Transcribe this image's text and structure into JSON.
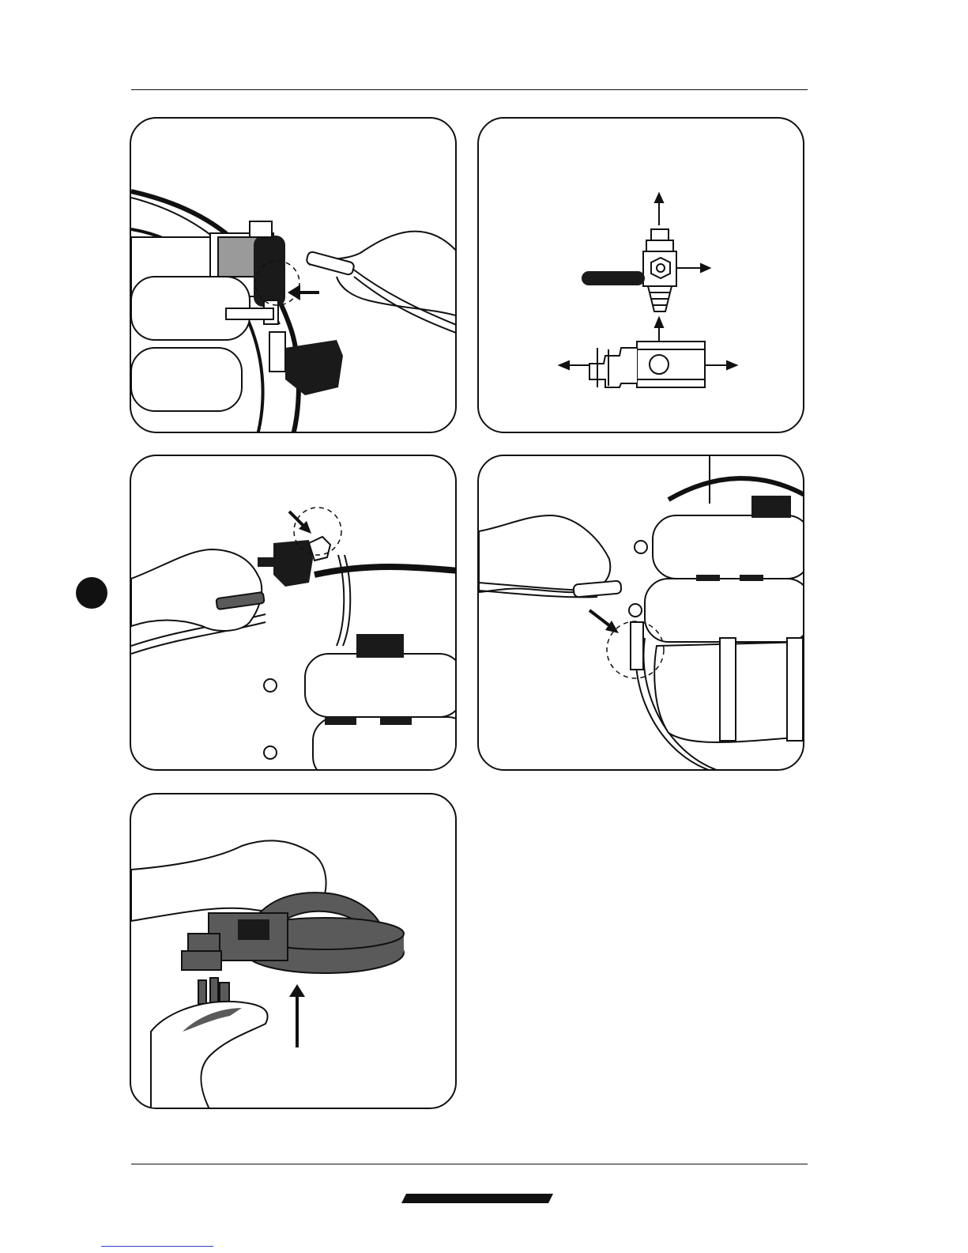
{
  "page": {
    "background": "#ffffff",
    "line_color": "#111111",
    "accent_dark": "#1a1a1a",
    "tint_gray": "#5a5a5a",
    "link_color": "#2a40d8"
  },
  "panels": [
    {
      "id": "p1",
      "icon": "filter-tubing-connect-illustration"
    },
    {
      "id": "p2",
      "icon": "feed-valve-diagram-illustration"
    },
    {
      "id": "p3",
      "icon": "valve-tube-insert-illustration"
    },
    {
      "id": "p4",
      "icon": "filter-housing-tube-insert-illustration"
    },
    {
      "id": "p5",
      "icon": "tank-valve-attach-illustration"
    }
  ],
  "footer": {
    "logo": "brand-logo-bar"
  }
}
